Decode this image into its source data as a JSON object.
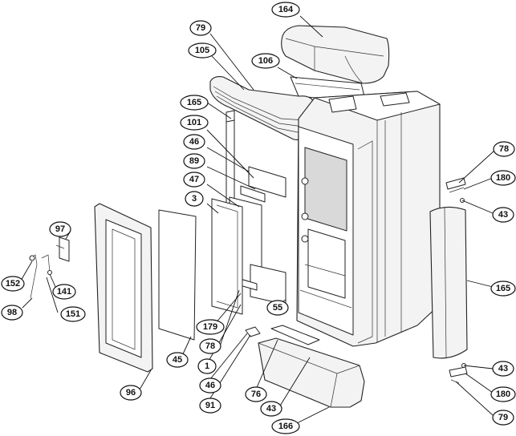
{
  "callouts": [
    {
      "id": "c164",
      "label": "164"
    },
    {
      "id": "c79a",
      "label": "79"
    },
    {
      "id": "c105",
      "label": "105"
    },
    {
      "id": "c106",
      "label": "106"
    },
    {
      "id": "c165a",
      "label": "165"
    },
    {
      "id": "c101",
      "label": "101"
    },
    {
      "id": "c46a",
      "label": "46"
    },
    {
      "id": "c89",
      "label": "89"
    },
    {
      "id": "c47",
      "label": "47"
    },
    {
      "id": "c3",
      "label": "3"
    },
    {
      "id": "c97",
      "label": "97"
    },
    {
      "id": "c152",
      "label": "152"
    },
    {
      "id": "c141",
      "label": "141"
    },
    {
      "id": "c98",
      "label": "98"
    },
    {
      "id": "c151",
      "label": "151"
    },
    {
      "id": "c55",
      "label": "55"
    },
    {
      "id": "c179",
      "label": "179"
    },
    {
      "id": "c78a",
      "label": "78"
    },
    {
      "id": "c45",
      "label": "45"
    },
    {
      "id": "c1",
      "label": "1"
    },
    {
      "id": "c46b",
      "label": "46"
    },
    {
      "id": "c96",
      "label": "96"
    },
    {
      "id": "c91",
      "label": "91"
    },
    {
      "id": "c76",
      "label": "76"
    },
    {
      "id": "c43a",
      "label": "43"
    },
    {
      "id": "c166",
      "label": "166"
    },
    {
      "id": "c78b",
      "label": "78"
    },
    {
      "id": "c180a",
      "label": "180"
    },
    {
      "id": "c43b",
      "label": "43"
    },
    {
      "id": "c165b",
      "label": "165"
    },
    {
      "id": "c43c",
      "label": "43"
    },
    {
      "id": "c180b",
      "label": "180"
    },
    {
      "id": "c79b",
      "label": "79"
    }
  ]
}
